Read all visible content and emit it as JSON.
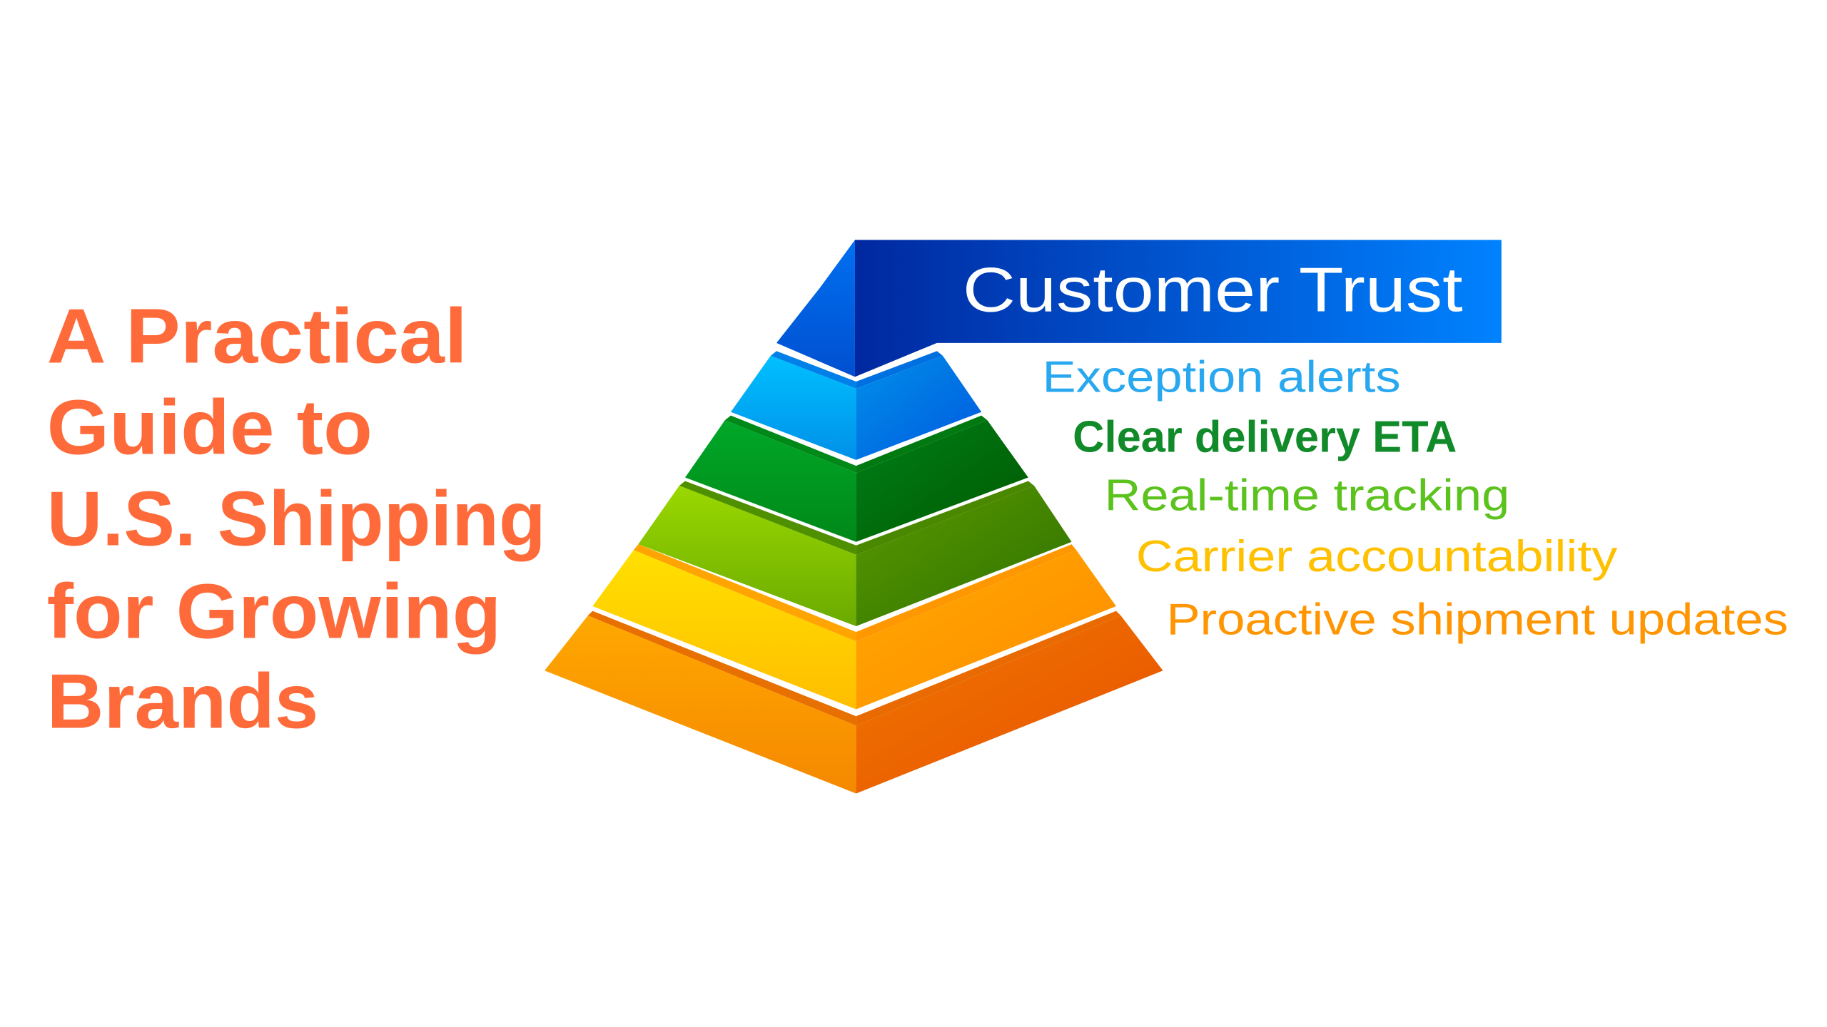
{
  "title": {
    "lines": [
      "A Practical",
      "Guide to",
      "U.S. Shipping",
      "for Growing",
      "Brands"
    ],
    "color": "#ff6a3a"
  },
  "pyramid": {
    "top_label": "Customer Trust",
    "levels": [
      {
        "label": "Exception alerts",
        "color": "#29a8f0"
      },
      {
        "label": "Clear delivery ETA",
        "color": "#118a2a"
      },
      {
        "label": "Real-time tracking",
        "color": "#5cc21e"
      },
      {
        "label": "Carrier accountability",
        "color": "#ffc000"
      },
      {
        "label": "Proactive shipment updates",
        "color": "#ff9500"
      }
    ]
  }
}
